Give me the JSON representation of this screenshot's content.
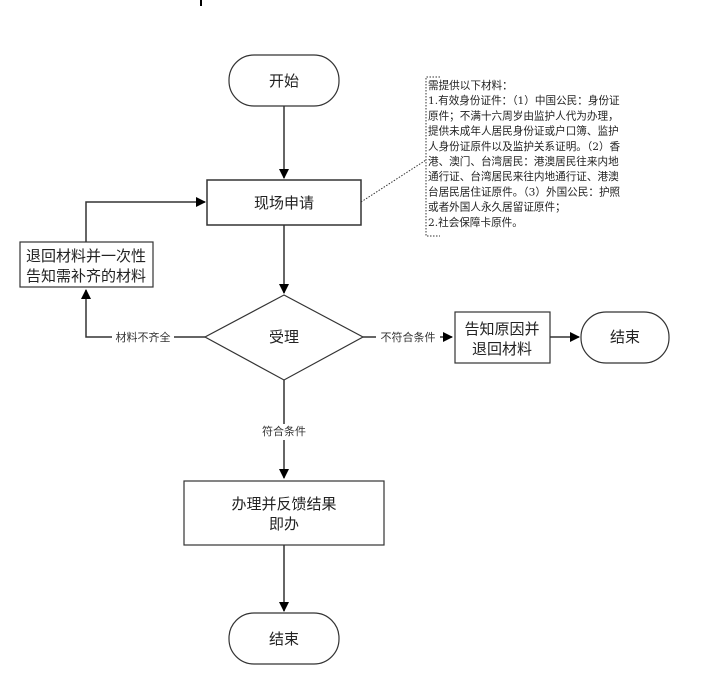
{
  "flowchart": {
    "nodes": {
      "start": {
        "label": "开始",
        "shape": "terminator"
      },
      "apply": {
        "label": "现场申请",
        "shape": "process"
      },
      "return_materials": {
        "lines": [
          "退回材料并一次性",
          "告知需补齐的材料"
        ],
        "shape": "process"
      },
      "accept": {
        "label": "受理",
        "shape": "decision"
      },
      "notify_return": {
        "lines": [
          "告知原因并",
          "退回材料"
        ],
        "shape": "process"
      },
      "end_right": {
        "label": "结束",
        "shape": "terminator"
      },
      "handle": {
        "lines": [
          "办理并反馈结果",
          "即办"
        ],
        "shape": "process"
      },
      "end_bottom": {
        "label": "结束",
        "shape": "terminator"
      }
    },
    "edges": {
      "incomplete": {
        "label": "材料不齐全",
        "from": "accept",
        "to": "return_materials"
      },
      "not_eligible": {
        "label": "不符合条件",
        "from": "accept",
        "to": "notify_return"
      },
      "eligible": {
        "label": "符合条件",
        "from": "accept",
        "to": "handle"
      }
    },
    "note": {
      "lines": [
        "需提供以下材料：",
        "1.有效身份证件：（1）中国公民：身份证",
        "原件；不满十六周岁由监护人代为办理，",
        "提供未成年人居民身份证或户口簿、监护",
        "人身份证原件以及监护关系证明。（2）香",
        "港、澳门、台湾居民：港澳居民往来内地",
        "通行证、台湾居民来往内地通行证、港澳",
        "台居民居住证原件。（3）外国公民：护照",
        "或者外国人永久居留证原件；",
        "2.社会保障卡原件。"
      ]
    }
  }
}
